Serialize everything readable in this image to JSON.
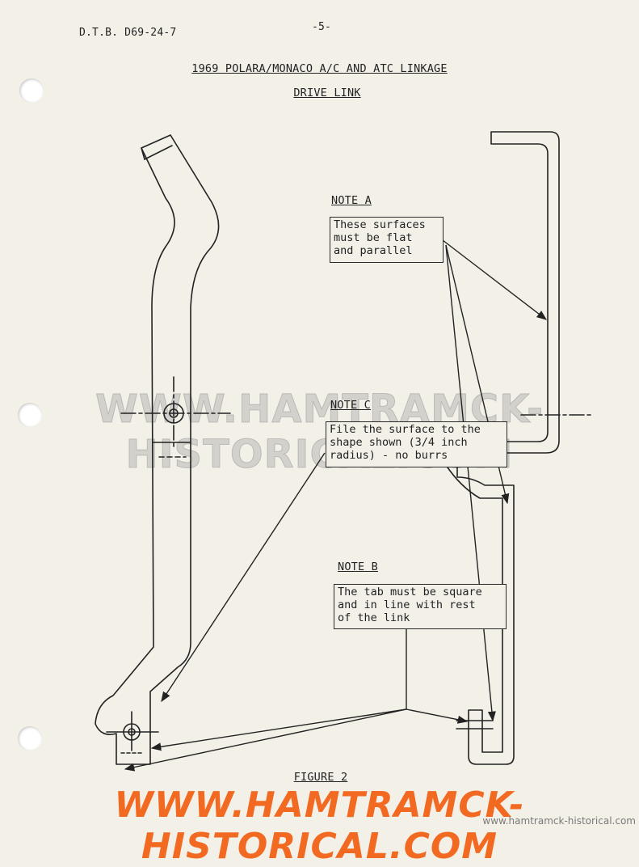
{
  "header": {
    "doc_id": "D.T.B. D69-24-7",
    "page_number": "-5-",
    "title": "1969 POLARA/MONACO A/C AND ATC LINKAGE",
    "subtitle": "DRIVE LINK"
  },
  "notes": {
    "a": {
      "heading": "NOTE A",
      "lines": [
        "These surfaces",
        "must be flat",
        "and parallel"
      ]
    },
    "c": {
      "heading": "NOTE C",
      "lines": [
        "File the surface to the",
        "shape shown (3/4 inch",
        "radius) - no burrs"
      ]
    },
    "b": {
      "heading": "NOTE B",
      "lines": [
        "The tab must be square",
        "and in line with rest",
        "of the link"
      ]
    }
  },
  "figure_caption": "FIGURE 2",
  "watermarks": {
    "middle": "WWW.HAMTRAMCK-HISTORICAL.COM",
    "bottom": "WWW.HAMTRAMCK-HISTORICAL.COM",
    "small": "www.hamtramck-historical.com"
  },
  "colors": {
    "paper": "#f3f0e8",
    "ink": "#222222",
    "watermark_orange": "#f26a22"
  }
}
